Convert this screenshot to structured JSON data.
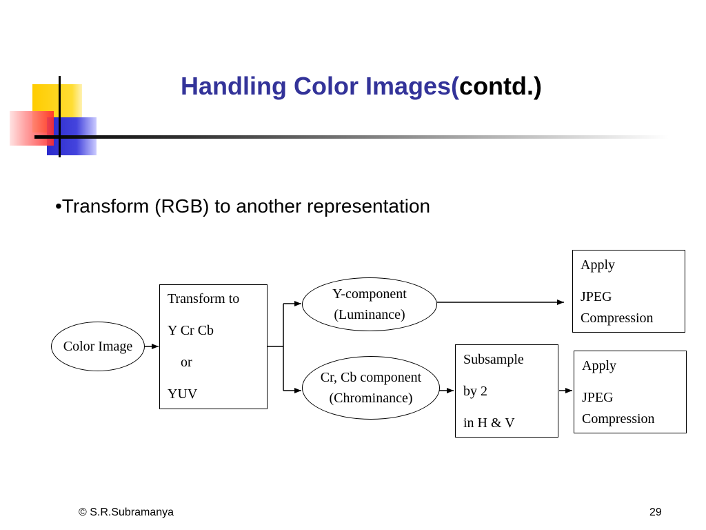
{
  "slide": {
    "title_main": "Handling Color Images(",
    "title_suffix": "contd.)",
    "bullet": "•Transform (RGB) to another representation",
    "footer_left": "© S.R.Subramanya",
    "page_number": "29"
  },
  "diagram": {
    "color_image": "Color Image",
    "transform_lines": [
      "Transform to",
      "Y Cr Cb",
      "or",
      "YUV"
    ],
    "y_component": [
      "Y-component",
      "(Luminance)"
    ],
    "cr_cb_component": [
      "Cr, Cb component",
      "(Chrominance)"
    ],
    "subsample_lines": [
      "Subsample",
      "by 2",
      "in H & V"
    ],
    "apply_top": [
      "Apply",
      "JPEG",
      "Compression"
    ],
    "apply_bottom": [
      "Apply",
      "JPEG",
      "Compression"
    ]
  },
  "colors": {
    "title": "#333399",
    "deco_yellow": "#ffcc00",
    "deco_blue": "#3333cc",
    "deco_red": "#ff3333"
  }
}
